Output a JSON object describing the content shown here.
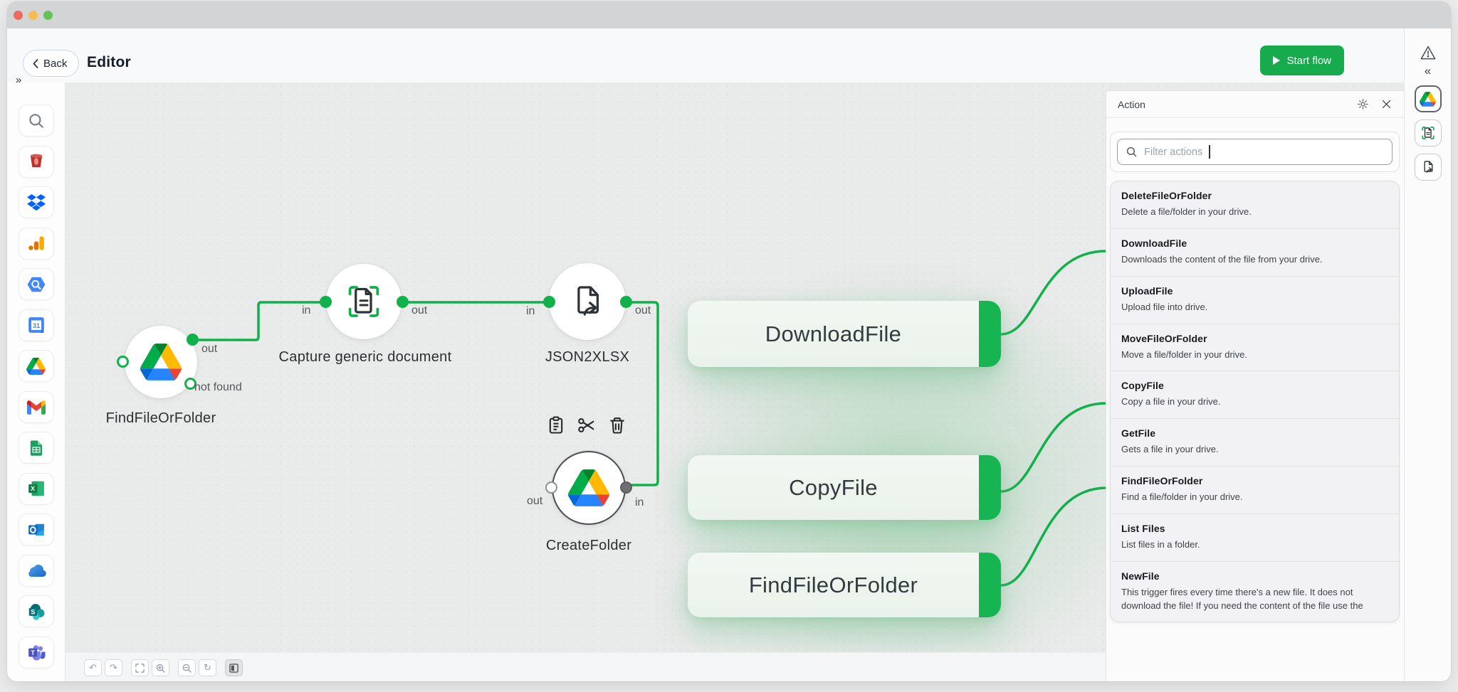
{
  "header": {
    "back_label": "Back",
    "title": "Editor",
    "start_flow_label": "Start flow",
    "expand_icon": "»",
    "collapse_icon": "«"
  },
  "sidebar": {
    "apps": [
      "search",
      "amazon-s3",
      "dropbox",
      "google-analytics",
      "google-bigquery",
      "google-calendar",
      "google-drive",
      "gmail",
      "google-sheets",
      "microsoft-excel",
      "microsoft-outlook",
      "onedrive",
      "sharepoint",
      "microsoft-teams"
    ]
  },
  "canvas": {
    "nodes": [
      {
        "label": "FindFileOrFolder",
        "app": "google-drive",
        "ports": {
          "out": "out",
          "not_found": "not found"
        }
      },
      {
        "label": "Capture generic document",
        "app": "capture-document",
        "ports": {
          "in": "in",
          "out": "out"
        }
      },
      {
        "label": "JSON2XLSX",
        "app": "json2xlsx",
        "ports": {
          "in": "in",
          "out": "out"
        }
      },
      {
        "label": "CreateFolder",
        "app": "google-drive",
        "selected": true,
        "ports": {
          "out": "out",
          "in": "in"
        }
      }
    ],
    "suggestions": [
      {
        "label": "DownloadFile"
      },
      {
        "label": "CopyFile"
      },
      {
        "label": "FindFileOrFolder"
      }
    ],
    "toolbar": [
      "undo",
      "redo",
      "fit-view",
      "zoom-in",
      "zoom-out",
      "reset-view",
      "minimap"
    ]
  },
  "panel": {
    "title": "Action",
    "filter_placeholder": "Filter actions",
    "items": [
      {
        "title": "DeleteFileOrFolder",
        "description": "Delete a file/folder in your drive."
      },
      {
        "title": "DownloadFile",
        "description": "Downloads the content of the file from your drive."
      },
      {
        "title": "UploadFile",
        "description": "Upload file into drive."
      },
      {
        "title": "MoveFileOrFolder",
        "description": "Move a file/folder in your drive."
      },
      {
        "title": "CopyFile",
        "description": "Copy a file in your drive."
      },
      {
        "title": "GetFile",
        "description": "Gets a file in your drive."
      },
      {
        "title": "FindFileOrFolder",
        "description": "Find a file/folder in your drive."
      },
      {
        "title": "List Files",
        "description": "List files in a folder."
      },
      {
        "title": "NewFile",
        "description": "This trigger fires every time there's a new file. It does not download the file! If you need the content of the file use the"
      }
    ]
  },
  "rail": {
    "apps": [
      "google-drive",
      "capture-document",
      "json2xlsx"
    ]
  },
  "colors": {
    "accent_green": "#16b150",
    "edge_green": "#12b04b",
    "bar_green": "#17b551",
    "start_button_green": "#17ab4e",
    "canvas_background": "#e9eaea"
  }
}
